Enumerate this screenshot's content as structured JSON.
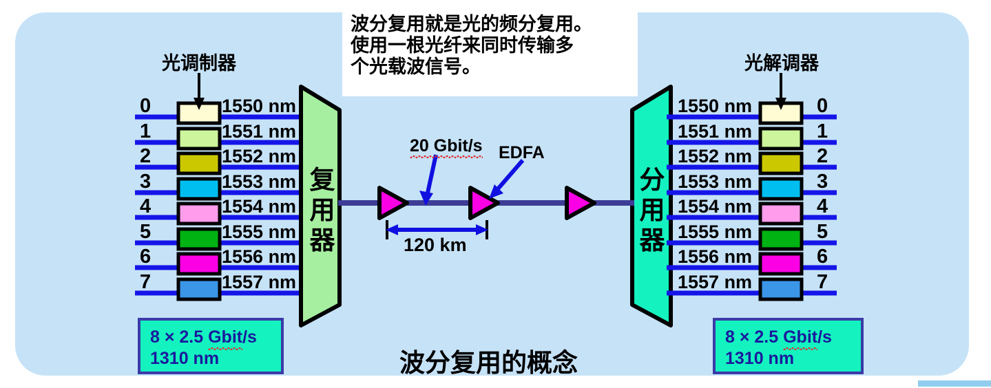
{
  "diagram": {
    "title": "波分复用的概念",
    "callout": {
      "line1": "波分复用就是光的频分复用。",
      "line2": "使用一根光纤来同时传输多",
      "line3": "个光载波信号。"
    },
    "left_label": "光调制器",
    "right_label": "光解调器",
    "mux_label": "复用器",
    "demux_label": "分用器",
    "link_rate": "20 Gbit/s",
    "amplifier_label": "EDFA",
    "span_label": "120 km",
    "rate_box_left": {
      "line1_prefix": "8 × 2.5 ",
      "line1_sq": "Gbit",
      "line1_suffix": "/s",
      "line2": "1310 nm"
    },
    "rate_box_right": {
      "line1_prefix": "8 × 2.5 ",
      "line1_sq": "Gbit",
      "line1_suffix": "/s",
      "line2": "1310 nm"
    },
    "channels": [
      {
        "index": "0",
        "wavelength": "1550 nm",
        "color": "#fffcd4"
      },
      {
        "index": "1",
        "wavelength": "1551 nm",
        "color": "#ccf59c"
      },
      {
        "index": "2",
        "wavelength": "1552 nm",
        "color": "#cbc800"
      },
      {
        "index": "3",
        "wavelength": "1553 nm",
        "color": "#00bff0"
      },
      {
        "index": "4",
        "wavelength": "1554 nm",
        "color": "#ff9ceb"
      },
      {
        "index": "5",
        "wavelength": "1555 nm",
        "color": "#00b212"
      },
      {
        "index": "6",
        "wavelength": "1556 nm",
        "color": "#fb00e4"
      },
      {
        "index": "7",
        "wavelength": "1557 nm",
        "color": "#3b96e8"
      }
    ],
    "colors": {
      "panel": "#c6e2f7",
      "mux_fill": "#a6efa0",
      "demux_fill": "#14f2c0",
      "fiber": "#3d3d96",
      "channel_line": "#1515e8",
      "amplifier": "#fb00e4",
      "arrow_blue": "#1010e0",
      "rate_text": "#1a1a9c"
    }
  }
}
